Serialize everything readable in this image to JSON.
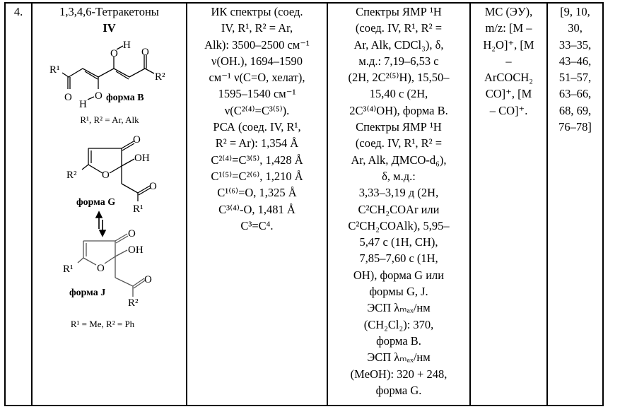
{
  "row": {
    "number": "4.",
    "compound": {
      "title_lines": [
        "1,3,4,6-Тетракетоны",
        "IV"
      ],
      "form_b_label": "форма B",
      "form_b_caption": "R¹, R² = Ar, Alk",
      "form_g_label": "форма G",
      "form_j_label": "форма J",
      "form_j_caption": "R¹ = Me, R² = Ph",
      "atoms": {
        "r1": "R¹",
        "r2": "R²",
        "o": "O",
        "h": "H",
        "oh": "OH"
      }
    },
    "ir_xrd_lines": [
      "ИК спектры (соед.",
      "IV, R¹, R² = Ar,",
      "Alk): 3500–2500 см⁻¹",
      "ν(OH.), 1694–1590",
      "см⁻¹ ν(C=O, хелат),",
      "1595–1540 см⁻¹",
      "ν(C²⁽⁴⁾=C³⁽⁵⁾).",
      "РСА (соед. IV, R¹,",
      "R² = Ar): 1,354 Å",
      "C²⁽⁴⁾=C³⁽⁵⁾, 1,428 Å",
      "C¹⁽⁵⁾=C²⁽⁶⁾, 1,210 Å",
      "C¹⁽⁶⁾=O, 1,325 Å",
      "C³⁽⁴⁾-O, 1,481 Å",
      "C³=C⁴."
    ],
    "nmr_uv_lines": [
      "Спектры ЯМР ¹H",
      "(соед. IV, R¹, R² =",
      "Ar, Alk, CDCl₃), δ,",
      "м.д.: 7,19–6,53 с",
      "(2H, 2C²⁽⁵⁾H), 15,50–",
      "15,40 с (2H,",
      "2C³⁽⁴⁾OH), форма B.",
      "Спектры ЯМР ¹H",
      "(соед. IV, R¹, R² =",
      "Ar, Alk, ДМСО-d₆),",
      "δ, м.д.:",
      "3,33–3,19 д (2H,",
      "C²CH₂COAr или",
      "C²CH₂COAlk), 5,95–",
      "5,47 с (1H, CH),",
      "7,85–7,60 с (1H,",
      "OH), форма G или",
      "формы G, J.",
      "ЭСП λₘₐₓ/нм",
      "(CH₂Cl₂): 370,",
      "форма B.",
      "ЭСП λₘₐₓ/нм",
      "(MeOH): 320 + 248,",
      "форма G."
    ],
    "ms_lines": [
      "МС (ЭУ),",
      "m/z: [M –",
      "H₂O]⁺, [M",
      "–",
      "ArCOCH₂",
      "CO]⁺, [M",
      "– CO]⁺."
    ],
    "ref_lines": [
      "[9, 10,",
      "30,",
      "33–35,",
      "43–46,",
      "51–57,",
      "63–66,",
      "68, 69,",
      "76–78]"
    ]
  }
}
